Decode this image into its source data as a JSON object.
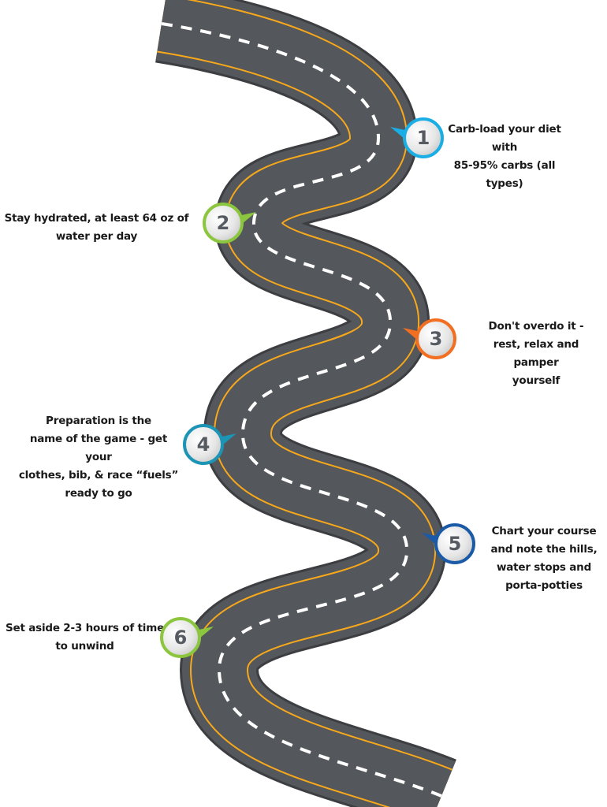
{
  "colors": {
    "road": "#54575b",
    "edge": "#f7a81b",
    "dash": "#ffffff"
  },
  "steps": [
    {
      "number": "1",
      "text": "Carb-load your diet with\n85-95% carbs (all types)",
      "color": "#1aaee5"
    },
    {
      "number": "2",
      "text": "Stay hydrated, at least 64 oz of\nwater per day",
      "color": "#8cc63f"
    },
    {
      "number": "3",
      "text": "Don't overdo it -\nrest, relax and pamper\nyourself",
      "color": "#f26f21"
    },
    {
      "number": "4",
      "text": "Preparation is the\nname of the game - get your\nclothes, bib, & race “fuels”\nready to go",
      "color": "#1b94b5"
    },
    {
      "number": "5",
      "text": "Chart your course\nand note the hills,\nwater stops and\nporta-potties",
      "color": "#1a5aa6"
    },
    {
      "number": "6",
      "text": "Set aside 2-3 hours of time\nto unwind",
      "color": "#8cc63f"
    }
  ]
}
